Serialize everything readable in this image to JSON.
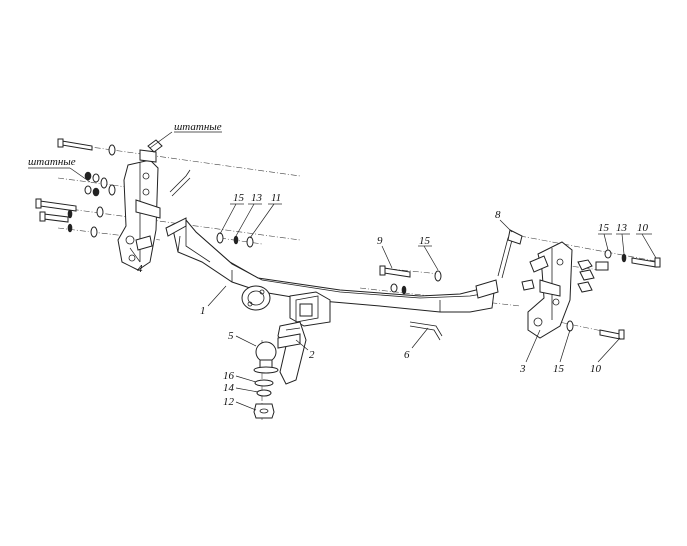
{
  "notes": {
    "left_top": "штатные",
    "left_mid": "штатные"
  },
  "callouts": {
    "c1": "1",
    "c2": "2",
    "c3": "3",
    "c4": "4",
    "c5": "5",
    "c6": "6",
    "c8": "8",
    "c9": "9",
    "c10_top": "10",
    "c10_bottom": "10",
    "c11": "11",
    "c12": "12",
    "c13_left": "13",
    "c13_right": "13",
    "c14": "14",
    "c15_left": "15",
    "c15_mid": "15",
    "c15_right_top": "15",
    "c15_right_bottom": "15",
    "c16": "16"
  }
}
